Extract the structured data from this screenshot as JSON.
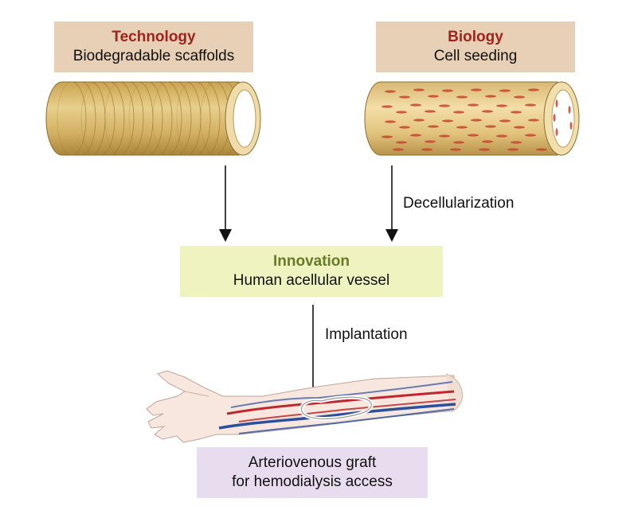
{
  "technology": {
    "title": "Technology",
    "subtitle": "Biodegradable scaffolds"
  },
  "biology": {
    "title": "Biology",
    "subtitle": "Cell seeding"
  },
  "innovation": {
    "title": "Innovation",
    "subtitle": "Human acellular vessel"
  },
  "graft": {
    "line1": "Arteriovenous graft",
    "line2": "for hemodialysis access"
  },
  "arrows": {
    "decellularization": "Decellularization",
    "implantation": "Implantation"
  },
  "colors": {
    "tech_bio_box": "#e7d0b6",
    "innovation_box": "#eef3bf",
    "graft_box": "#e8dcef",
    "title_red": "#a0241c",
    "title_green": "#6b7a28",
    "tube": "#d9b96a",
    "artery": "#c0272d",
    "vein": "#2c4f9e"
  }
}
